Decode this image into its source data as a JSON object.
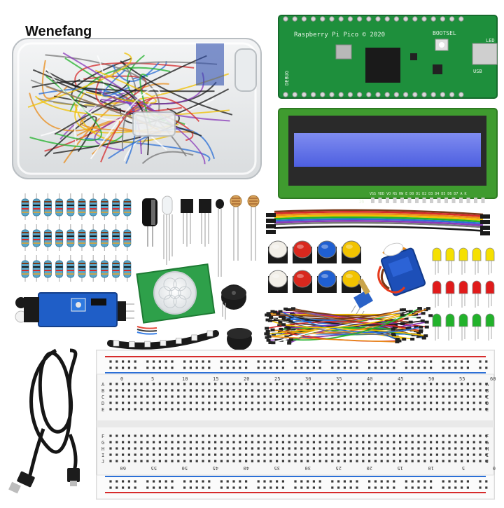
{
  "brand": "Wenefang",
  "pico": {
    "board_label": "Raspberry Pi Pico © 2020",
    "button_label": "BOOTSEL",
    "usb_label": "USB",
    "led_label": "LED",
    "debug_label": "DEBUG",
    "color": "#1e8f3c"
  },
  "lcd": {
    "screen_color": "#5c6fe8",
    "pcb_color": "#3f9b2f",
    "pin_number": "16",
    "pin_labels": "VSS VDD VO RS RW E D0 D1 D2 D3 D4 D5 D6 D7 A K"
  },
  "breadboard": {
    "top_numbers": [
      "0",
      "5",
      "10",
      "15",
      "20",
      "25",
      "30",
      "35",
      "40",
      "45",
      "50",
      "55",
      "60"
    ],
    "bottom_numbers": [
      "60",
      "55",
      "50",
      "45",
      "40",
      "35",
      "30",
      "25",
      "20",
      "15",
      "10",
      "5",
      "0"
    ],
    "row_letters_top": [
      "A",
      "B",
      "C",
      "D",
      "E"
    ],
    "row_letters_bottom": [
      "F",
      "G",
      "H",
      "I",
      "J"
    ],
    "rail_red": "#d62b2b",
    "rail_blue": "#2b6fd6"
  },
  "leds": {
    "colors": [
      "#f5e000",
      "#e01b1b",
      "#22b22b"
    ]
  },
  "buttons": {
    "colors": [
      "#f2efe8",
      "#d8281e",
      "#1f5fd1",
      "#f2c300"
    ]
  },
  "resistors": {
    "rows": 3,
    "columns": 10
  },
  "icons": [
    "usb-cable-icon",
    "storage-box-icon",
    "servo-icon",
    "buzzer-icon",
    "pir-sensor-icon",
    "ir-sensor-icon",
    "led-strip-icon",
    "potentiometer-icon",
    "ribbon-cable-icon",
    "jumper-wires-icon"
  ]
}
